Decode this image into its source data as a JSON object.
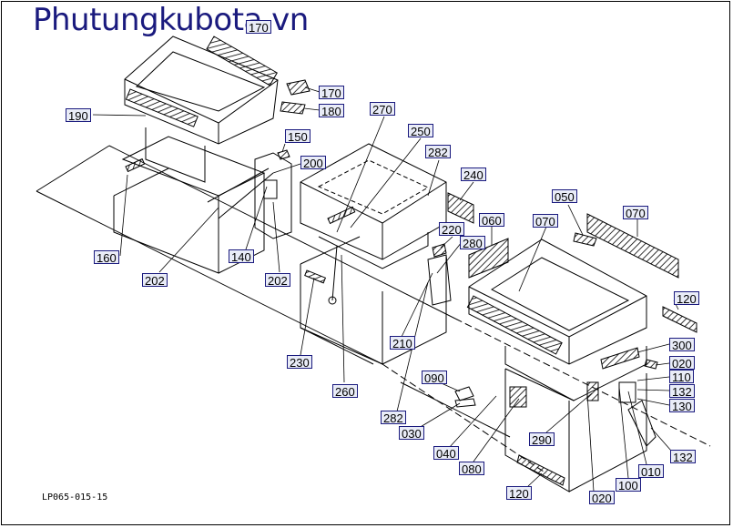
{
  "watermark": "Phutungkubota.vn",
  "drawing_code": "LP065-015-15",
  "callouts": [
    {
      "id": "c170a",
      "label": "170"
    },
    {
      "id": "c170",
      "label": "170"
    },
    {
      "id": "c180",
      "label": "180"
    },
    {
      "id": "c190",
      "label": "190"
    },
    {
      "id": "c150",
      "label": "150"
    },
    {
      "id": "c200",
      "label": "200"
    },
    {
      "id": "c270",
      "label": "270"
    },
    {
      "id": "c250",
      "label": "250"
    },
    {
      "id": "c282a",
      "label": "282"
    },
    {
      "id": "c240",
      "label": "240"
    },
    {
      "id": "c050",
      "label": "050"
    },
    {
      "id": "c070a",
      "label": "070"
    },
    {
      "id": "c070b",
      "label": "070"
    },
    {
      "id": "c060",
      "label": "060"
    },
    {
      "id": "c220",
      "label": "220"
    },
    {
      "id": "c280",
      "label": "280"
    },
    {
      "id": "c160",
      "label": "160"
    },
    {
      "id": "c140",
      "label": "140"
    },
    {
      "id": "c202a",
      "label": "202"
    },
    {
      "id": "c202b",
      "label": "202"
    },
    {
      "id": "c120a",
      "label": "120"
    },
    {
      "id": "c300",
      "label": "300"
    },
    {
      "id": "c020a",
      "label": "020"
    },
    {
      "id": "c110",
      "label": "110"
    },
    {
      "id": "c132a",
      "label": "132"
    },
    {
      "id": "c130",
      "label": "130"
    },
    {
      "id": "c230",
      "label": "230"
    },
    {
      "id": "c210",
      "label": "210"
    },
    {
      "id": "c090",
      "label": "090"
    },
    {
      "id": "c260",
      "label": "260"
    },
    {
      "id": "c282b",
      "label": "282"
    },
    {
      "id": "c030",
      "label": "030"
    },
    {
      "id": "c290",
      "label": "290"
    },
    {
      "id": "c040",
      "label": "040"
    },
    {
      "id": "c080",
      "label": "080"
    },
    {
      "id": "c132b",
      "label": "132"
    },
    {
      "id": "c010",
      "label": "010"
    },
    {
      "id": "c100",
      "label": "100"
    },
    {
      "id": "c020b",
      "label": "020"
    },
    {
      "id": "c120b",
      "label": "120"
    }
  ]
}
